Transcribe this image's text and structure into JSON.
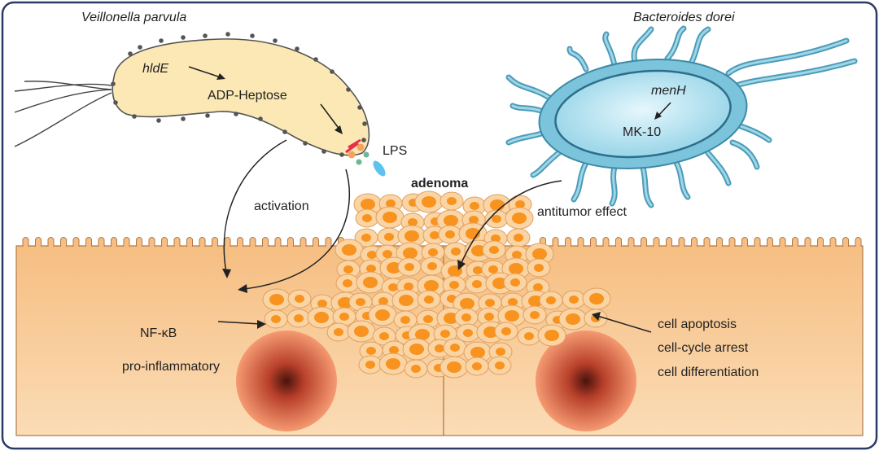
{
  "labels": {
    "bacterium1_name": "Veillonella parvula",
    "gene1": "hldE",
    "product1": "ADP-Heptose",
    "lps": "LPS",
    "adenoma": "adenoma",
    "activation": "activation",
    "bacterium2_name": "Bacteroides dorei",
    "gene2": "menH",
    "product2": "MK-10",
    "antitumor": "antitumor effect",
    "nfkb": "NF-κB",
    "proinflammatory": "pro-inflammatory",
    "effects": [
      "cell apoptosis",
      "cell-cycle arrest",
      "cell differentiation"
    ]
  },
  "colors": {
    "frame": "#2c3a66",
    "bacterium1_fill": "#fbe8b4",
    "bacterium2_fill": "#8fd0e3",
    "bacterium2_outline": "#3d8aa6",
    "epithelium": "#f8c995",
    "nucleus_center": "#5a1a12",
    "nucleus_edge": "#f2906a",
    "tumor_cell": "#fbd4a4",
    "tumor_nucleus": "#f7931e"
  }
}
